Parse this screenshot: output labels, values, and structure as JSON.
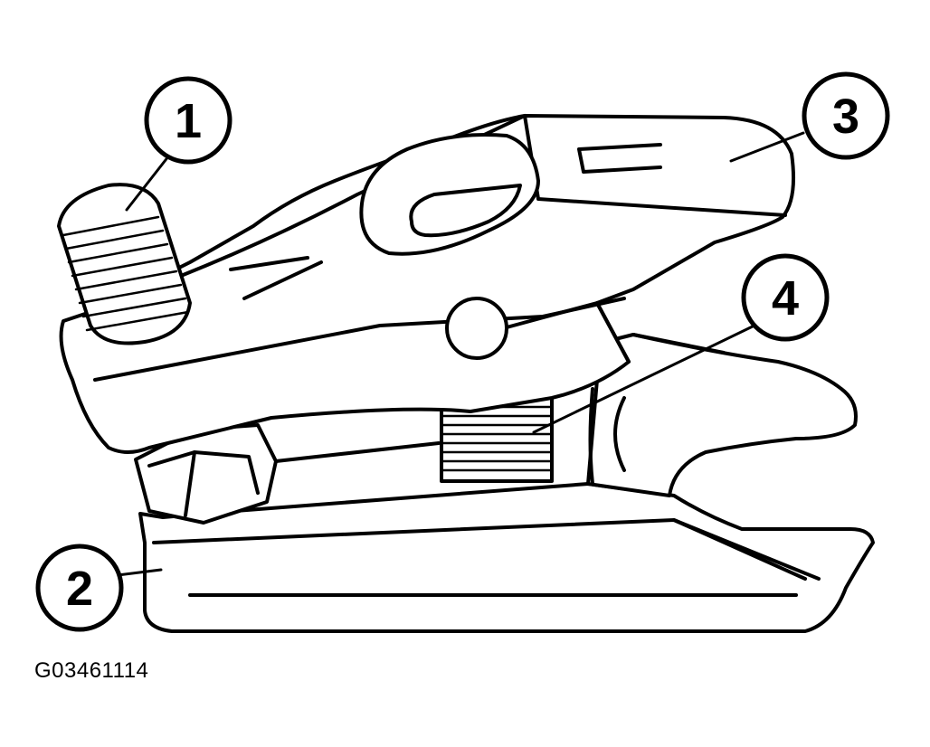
{
  "callouts": [
    {
      "number": "1"
    },
    {
      "number": "2"
    },
    {
      "number": "3"
    },
    {
      "number": "4"
    }
  ],
  "figure_id": "G03461114",
  "colors": {
    "line": "#000000",
    "background": "#ffffff"
  }
}
